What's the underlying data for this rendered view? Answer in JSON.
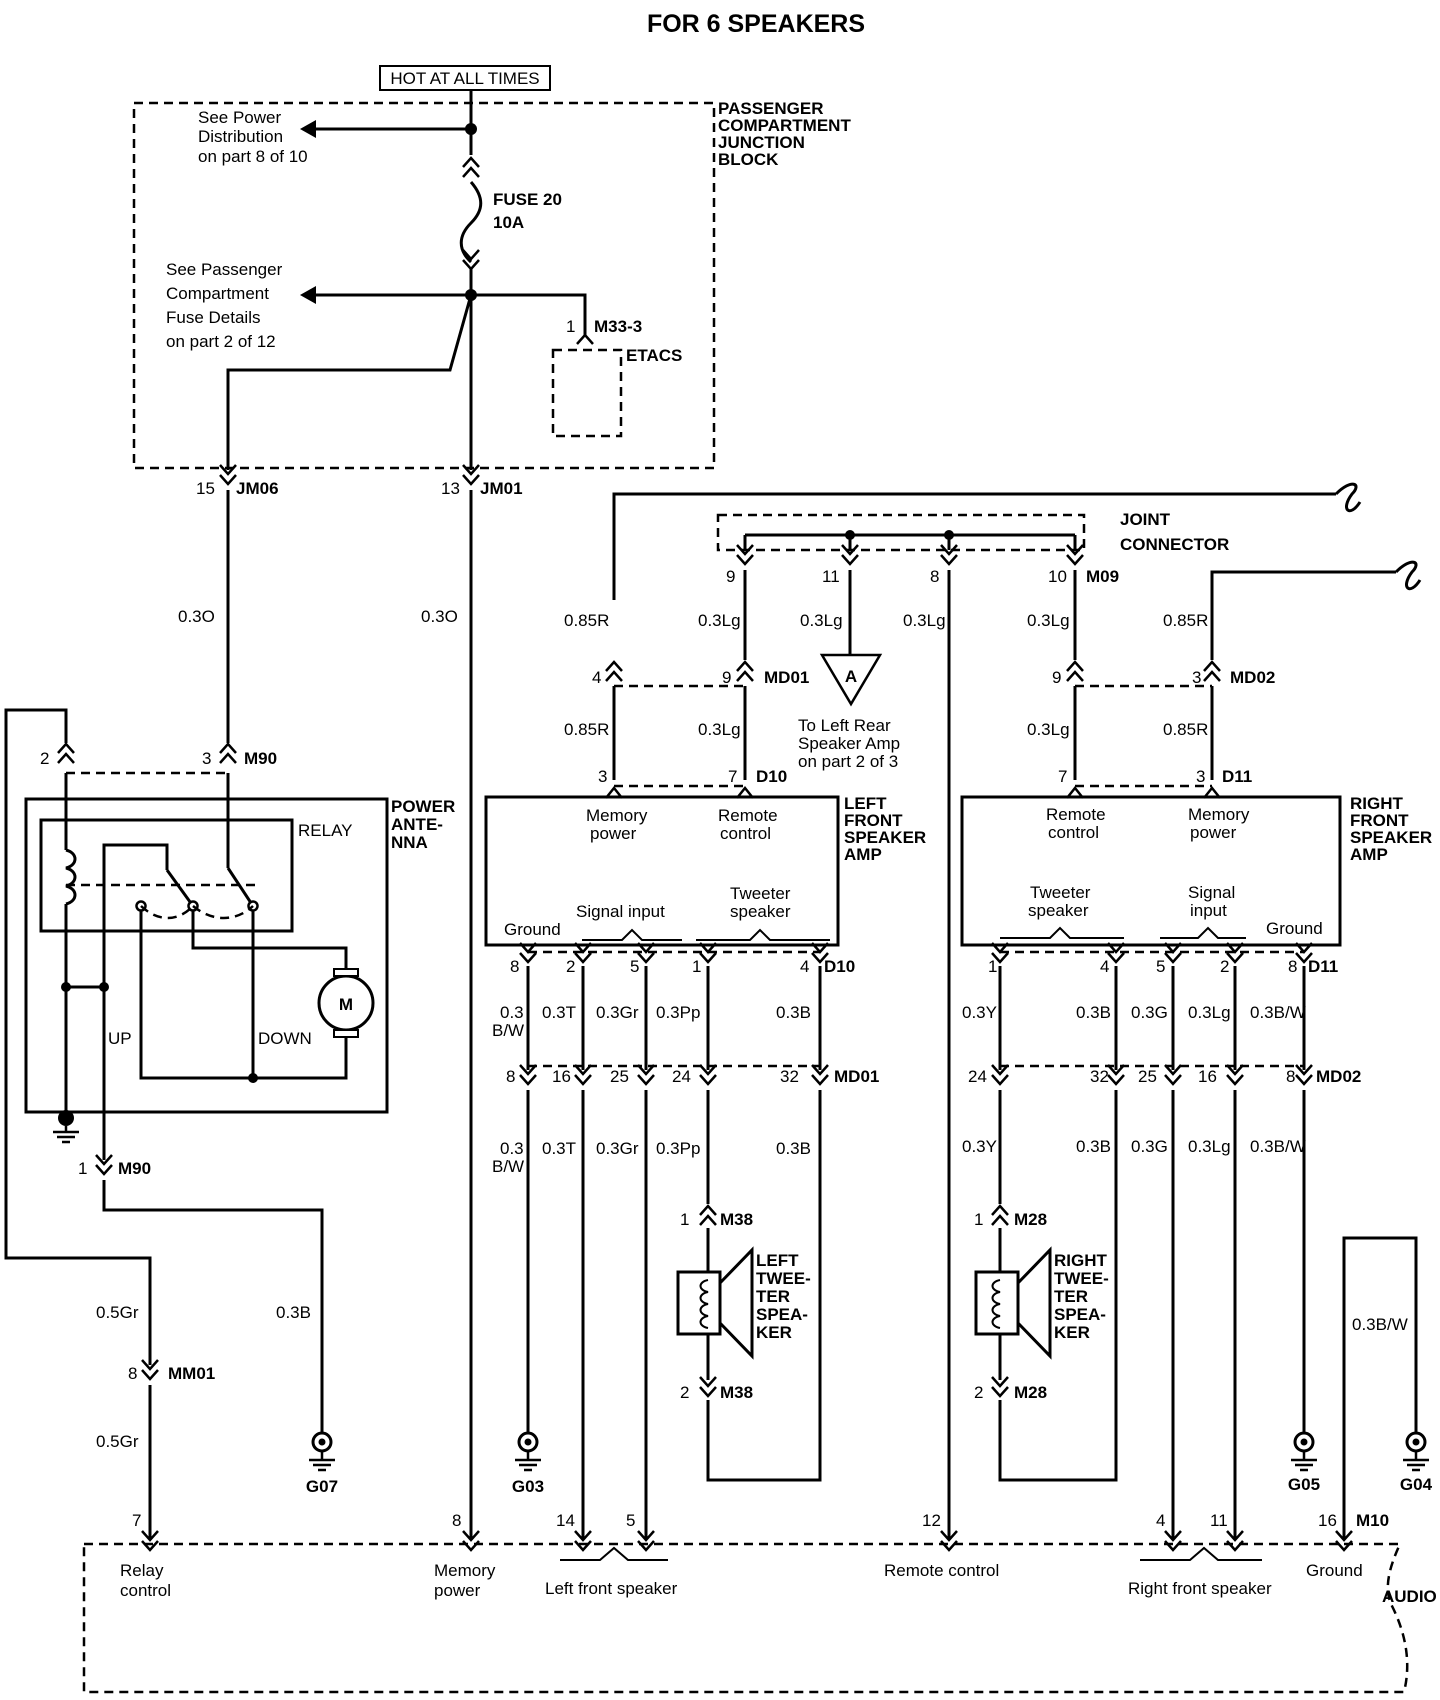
{
  "title": "FOR 6 SPEAKERS",
  "hot_label": "HOT AT ALL TIMES",
  "junction_block": {
    "name": [
      "PASSENGER",
      "COMPARTMENT",
      "JUNCTION",
      "BLOCK"
    ],
    "see_power": [
      "See Power",
      "Distribution",
      "on part 8 of 10"
    ],
    "see_fuse": [
      "See Passenger",
      "Compartment",
      "Fuse Details",
      "on part 2 of 12"
    ],
    "fuse": [
      "FUSE 20",
      "10A"
    ],
    "etacs_pin": "1",
    "etacs_conn": "M33-3",
    "etacs": "ETACS"
  },
  "connectors": {
    "jm06_pin": "15",
    "jm06": "JM06",
    "jm01_pin": "13",
    "jm01": "JM01",
    "m90_pin2": "2",
    "m90_pin3": "3",
    "m90": "M90",
    "m90_pin1": "1",
    "m90_b": "M90",
    "mm01_pin": "8",
    "mm01": "MM01",
    "m09_pins": [
      "9",
      "11",
      "8",
      "10"
    ],
    "m09": "M09",
    "md01_top_pins": [
      "4",
      "9"
    ],
    "md01": "MD01",
    "md02_top_pins": [
      "9",
      "3"
    ],
    "md02": "MD02",
    "d10_top_pins": [
      "3",
      "7"
    ],
    "d10": "D10",
    "d11_top_pins": [
      "7",
      "3"
    ],
    "d11": "D11",
    "d10_bot_pins": [
      "8",
      "2",
      "5",
      "1",
      "4"
    ],
    "d10_b": "D10",
    "d11_bot_pins": [
      "1",
      "4",
      "5",
      "2",
      "8"
    ],
    "d11_b": "D11",
    "md01_bot_pins": [
      "8",
      "16",
      "25",
      "24",
      "32"
    ],
    "md01_b": "MD01",
    "md02_bot_pins": [
      "24",
      "32",
      "25",
      "16",
      "8"
    ],
    "md02_b": "MD02",
    "m38_pin1": "1",
    "m38_pin2": "2",
    "m38": "M38",
    "m28_pin1": "1",
    "m28_pin2": "2",
    "m28": "M28",
    "m10_pins": [
      "7",
      "8",
      "14",
      "5",
      "12",
      "4",
      "11",
      "16"
    ],
    "m10": "M10"
  },
  "wires": {
    "jm06_wire": "0.3O",
    "jm01_wire": "0.3O",
    "r085_a": "0.85R",
    "r085_b": "0.85R",
    "r085_c": "0.85R",
    "r085_d": "0.85R",
    "lg_a": "0.3Lg",
    "lg_b": "0.3Lg",
    "lg_c": "0.3Lg",
    "lg_d": "0.3Lg",
    "lg_e": "0.3Lg",
    "lg_f": "0.3Lg",
    "gr05_a": "0.5Gr",
    "gr05_b": "0.5Gr",
    "b03_ant": "0.3B",
    "left_mid": [
      "0.3",
      "B/W",
      "0.3T",
      "0.3Gr",
      "0.3Pp",
      "0.3B"
    ],
    "right_mid": [
      "0.3Y",
      "0.3B",
      "0.3G",
      "0.3Lg",
      "0.3B/W"
    ],
    "g04_wire": "0.3B/W"
  },
  "components": {
    "joint": [
      "JOINT",
      "CONNECTOR"
    ],
    "power_antenna": [
      "POWER",
      "ANTE-",
      "NNA"
    ],
    "relay": "RELAY",
    "motor": "M",
    "up": "UP",
    "down": "DOWN",
    "left_amp_name": [
      "LEFT",
      "FRONT",
      "SPEAKER",
      "AMP"
    ],
    "right_amp_name": [
      "RIGHT",
      "FRONT",
      "SPEAKER",
      "AMP"
    ],
    "left_amp": {
      "memory": [
        "Memory",
        "power"
      ],
      "remote": [
        "Remote",
        "control"
      ],
      "ground": "Ground",
      "signal": "Signal input",
      "tweeter": [
        "Tweeter",
        "speaker"
      ]
    },
    "right_amp": {
      "memory": [
        "Memory",
        "power"
      ],
      "remote": [
        "Remote",
        "control"
      ],
      "ground": "Ground",
      "signal": [
        "Signal",
        "input"
      ],
      "tweeter": [
        "Tweeter",
        "speaker"
      ]
    },
    "left_tweeter": [
      "LEFT",
      "TWEE-",
      "TER",
      "SPEA-",
      "KER"
    ],
    "right_tweeter": [
      "RIGHT",
      "TWEE-",
      "TER",
      "SPEA-",
      "KER"
    ],
    "offpage_letter": "A",
    "offpage_text": [
      "To Left Rear",
      "Speaker Amp",
      "on part 2 of 3"
    ]
  },
  "grounds": [
    "G07",
    "G03",
    "G05",
    "G04"
  ],
  "audio": {
    "name": "AUDIO",
    "relay_control": [
      "Relay",
      "control"
    ],
    "memory_power": [
      "Memory",
      "power"
    ],
    "left_front": "Left front speaker",
    "remote_control": "Remote control",
    "right_front": "Right front speaker",
    "ground": "Ground"
  }
}
